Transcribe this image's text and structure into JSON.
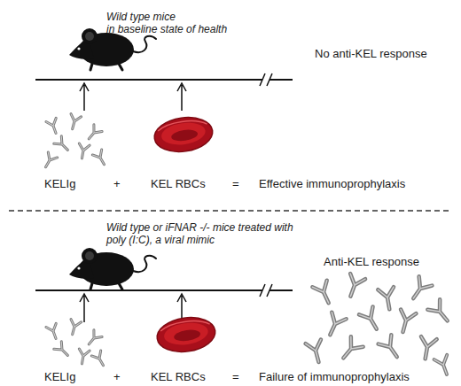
{
  "diagram": {
    "labels": [
      "Wild type mice in baseline state of health",
      "No anti-KEL response",
      "KELIg",
      "+",
      "KEL RBCs",
      "=",
      "Effective immunoprophylaxis",
      "Wild type or iFNAR -/- mice treated with poly (I:C), a viral mimic",
      "Anti-KEL response",
      "KELIg",
      "+",
      "KEL RBCs",
      "=",
      "Failure of immunoprophylaxis"
    ]
  }
}
